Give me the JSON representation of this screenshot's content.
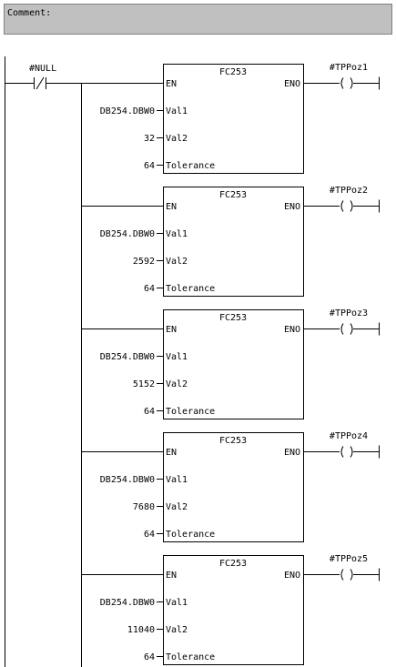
{
  "comment": {
    "label": "Comment:"
  },
  "contact": {
    "label": "#NULL"
  },
  "blocks": [
    {
      "name": "FC253",
      "en": "EN",
      "eno": "ENO",
      "coil": "#TPPoz1",
      "in1_label": "Val1",
      "in1_value": "DB254.DBW0",
      "in2_label": "Val2",
      "in2_value": "32",
      "in3_label": "Tolerance",
      "in3_value": "64"
    },
    {
      "name": "FC253",
      "en": "EN",
      "eno": "ENO",
      "coil": "#TPPoz2",
      "in1_label": "Val1",
      "in1_value": "DB254.DBW0",
      "in2_label": "Val2",
      "in2_value": "2592",
      "in3_label": "Tolerance",
      "in3_value": "64"
    },
    {
      "name": "FC253",
      "en": "EN",
      "eno": "ENO",
      "coil": "#TPPoz3",
      "in1_label": "Val1",
      "in1_value": "DB254.DBW0",
      "in2_label": "Val2",
      "in2_value": "5152",
      "in3_label": "Tolerance",
      "in3_value": "64"
    },
    {
      "name": "FC253",
      "en": "EN",
      "eno": "ENO",
      "coil": "#TPPoz4",
      "in1_label": "Val1",
      "in1_value": "DB254.DBW0",
      "in2_label": "Val2",
      "in2_value": "7680",
      "in3_label": "Tolerance",
      "in3_value": "64"
    },
    {
      "name": "FC253",
      "en": "EN",
      "eno": "ENO",
      "coil": "#TPPoz5",
      "in1_label": "Val1",
      "in1_value": "DB254.DBW0",
      "in2_label": "Val2",
      "in2_value": "11040",
      "in3_label": "Tolerance",
      "in3_value": "64"
    }
  ]
}
